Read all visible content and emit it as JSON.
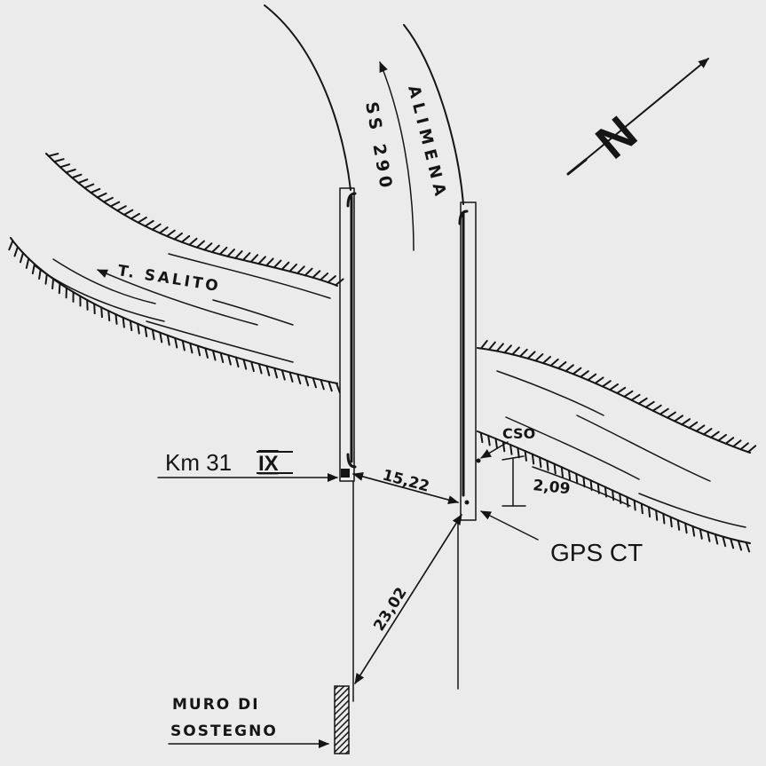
{
  "road": {
    "name": "SS 290",
    "destination": "ALIMENA"
  },
  "stream": {
    "name": "T. SALITO"
  },
  "north": {
    "symbol": "N"
  },
  "benchmark": {
    "label": "Km 31",
    "roman": "IX"
  },
  "measures": {
    "distance_bench_gps": "15,22",
    "distance_gps_wall": "23,02",
    "height_cso": "2,09"
  },
  "points": {
    "cso": "CSO",
    "gps": "GPS CT"
  },
  "wall": {
    "line1": "MURO DI",
    "line2": "SOSTEGNO"
  }
}
